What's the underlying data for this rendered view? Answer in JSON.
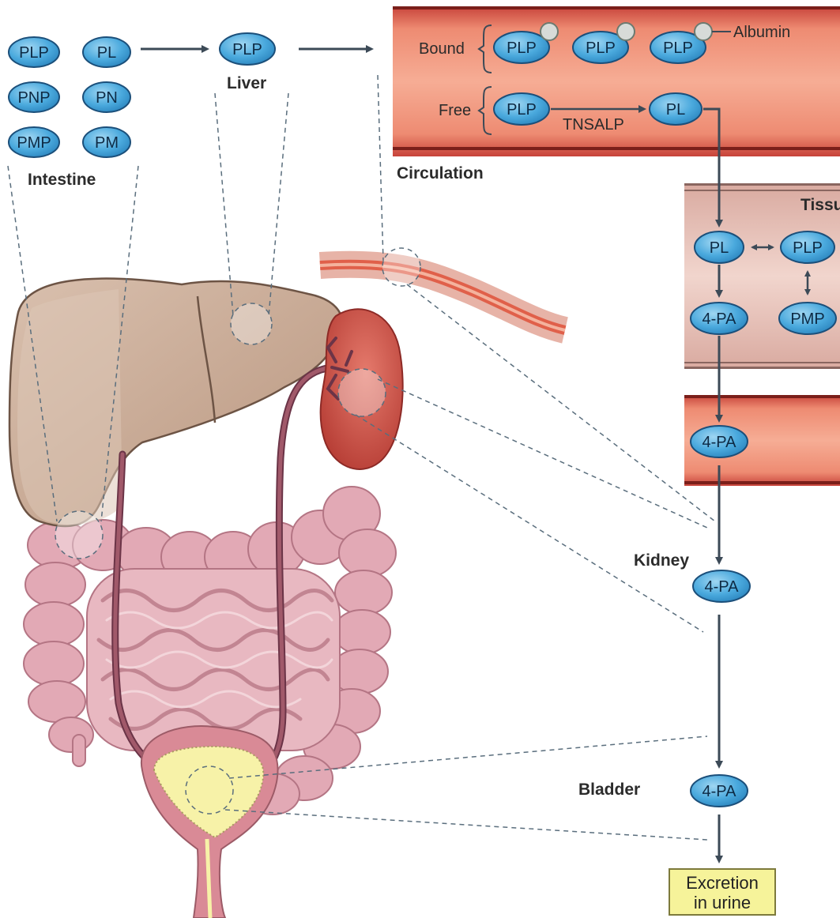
{
  "intestine": {
    "label": "Intestine",
    "molecules": [
      "PLP",
      "PL",
      "PNP",
      "PN",
      "PMP",
      "PM"
    ]
  },
  "liver": {
    "label": "Liver",
    "molecule": "PLP"
  },
  "circulation": {
    "label": "Circulation",
    "bound_label": "Bound",
    "free_label": "Free",
    "albumin_label": "Albumin",
    "bound_molecules": [
      "PLP",
      "PLP",
      "PLP"
    ],
    "free_molecule": "PLP",
    "enzyme_label": "TNSALP",
    "product_molecule": "PL"
  },
  "tissue": {
    "label": "Tissue",
    "molecules": {
      "pl": "PL",
      "plp": "PLP",
      "four_pa": "4-PA",
      "pmp": "PMP"
    }
  },
  "vessel2": {
    "molecule": "4-PA"
  },
  "kidney": {
    "label": "Kidney",
    "molecule": "4-PA"
  },
  "bladder": {
    "label": "Bladder",
    "molecule": "4-PA"
  },
  "excretion": {
    "line1": "Excretion",
    "line2": "in urine"
  },
  "colors": {
    "molecule_fill": "#4aa9dd",
    "molecule_stroke": "#1b4f7a",
    "vessel_red": "#e0604a",
    "liver": "#c7a894",
    "intestine": "#e0a6b2",
    "kidney": "#c94a40",
    "bladder_fill": "#f7f2a8",
    "arrow": "#3c4a57",
    "excretion_box": "#f6f39a"
  }
}
